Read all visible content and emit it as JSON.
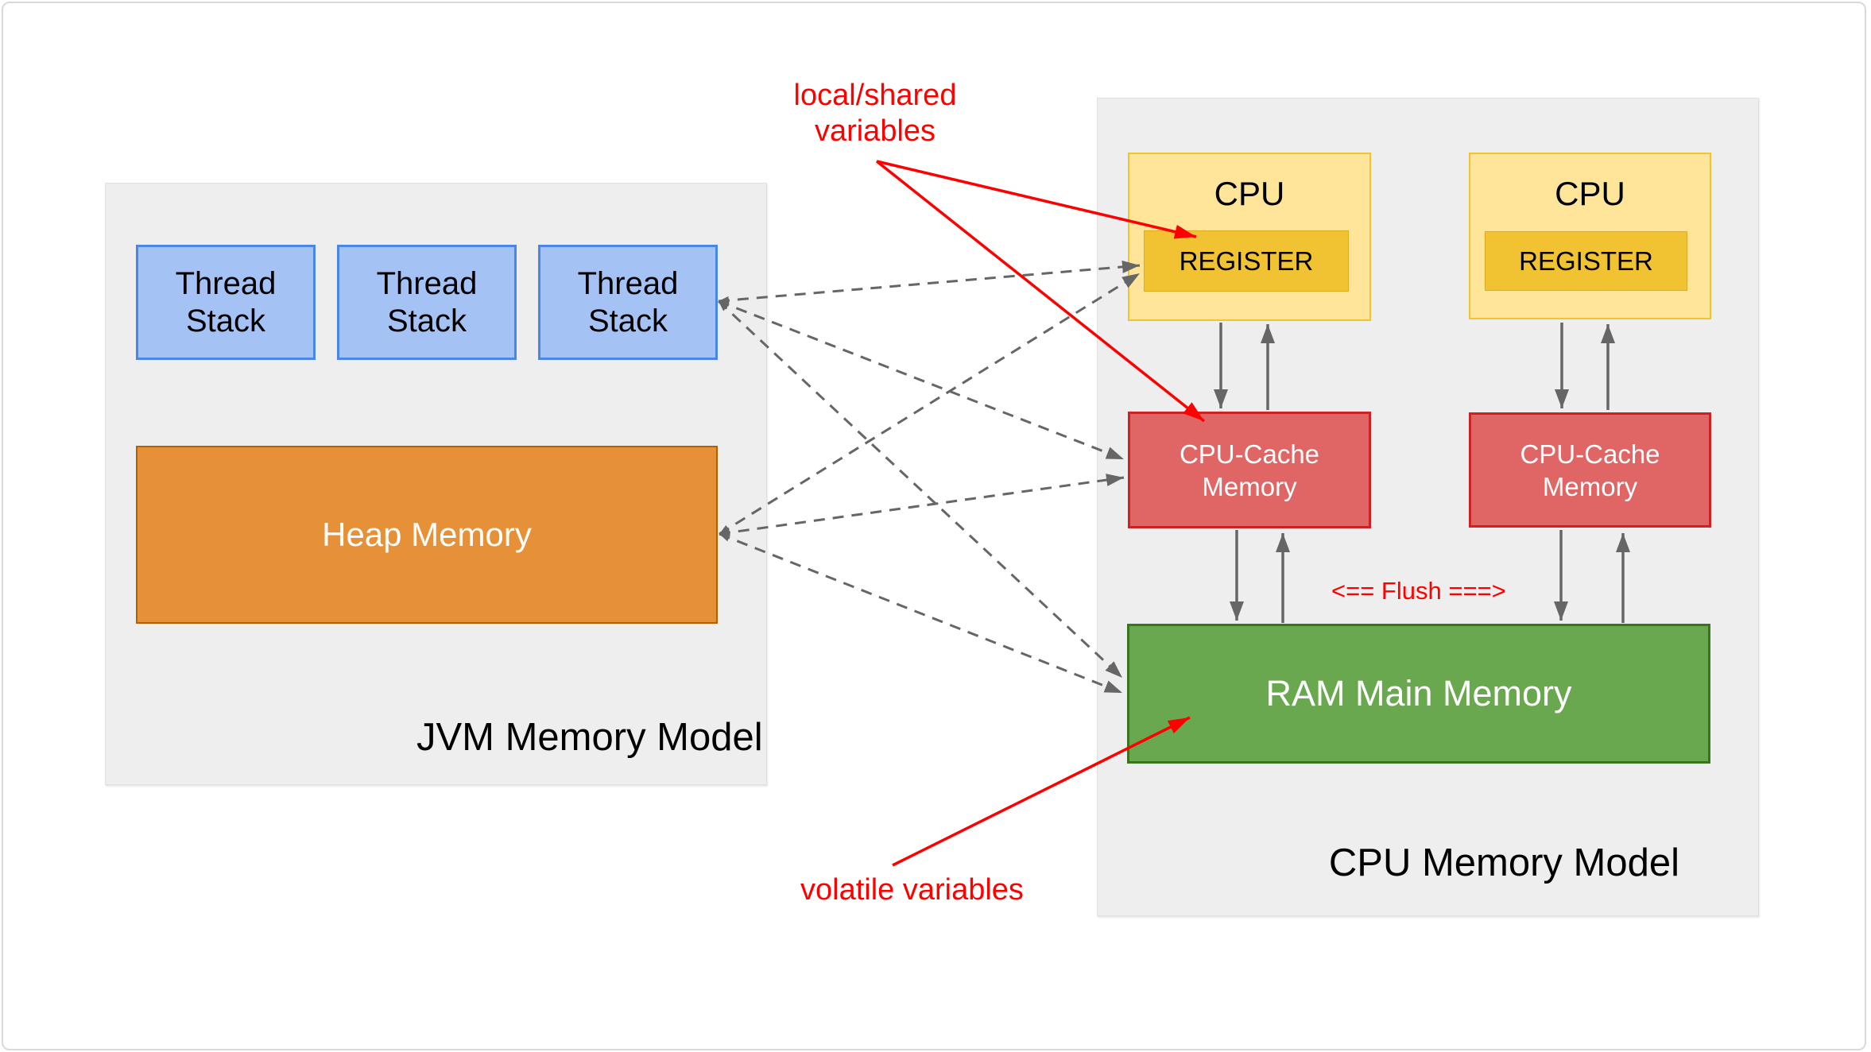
{
  "jvm": {
    "title": "JVM Memory Model",
    "thread_stacks": [
      {
        "label": "Thread Stack"
      },
      {
        "label": "Thread Stack"
      },
      {
        "label": "Thread Stack"
      }
    ],
    "heap_label": "Heap Memory"
  },
  "cpu_model": {
    "title": "CPU Memory Model",
    "cpus": [
      {
        "label": "CPU",
        "register_label": "REGISTER"
      },
      {
        "label": "CPU",
        "register_label": "REGISTER"
      }
    ],
    "cache_labels": [
      {
        "label": "CPU-Cache Memory"
      },
      {
        "label": "CPU-Cache Memory"
      }
    ],
    "ram_label": "RAM Main Memory",
    "flush_label": "<== Flush ===>"
  },
  "annotations": {
    "local_shared": "local/shared variables",
    "volatile": "volatile variables"
  },
  "colors": {
    "panel_bg": "#eeeeee",
    "thread_fill": "#a4c2f4",
    "thread_border": "#4a86e8",
    "heap_fill": "#e69138",
    "heap_border": "#b45f06",
    "cpu_fill": "#ffe599",
    "cpu_border": "#f1c232",
    "register_fill": "#f1c232",
    "cache_fill": "#e06666",
    "cache_border": "#cc2222",
    "ram_fill": "#6aa84f",
    "ram_border": "#38761d",
    "annotation_red": "#fe0000",
    "arrow_gray": "#666666"
  }
}
